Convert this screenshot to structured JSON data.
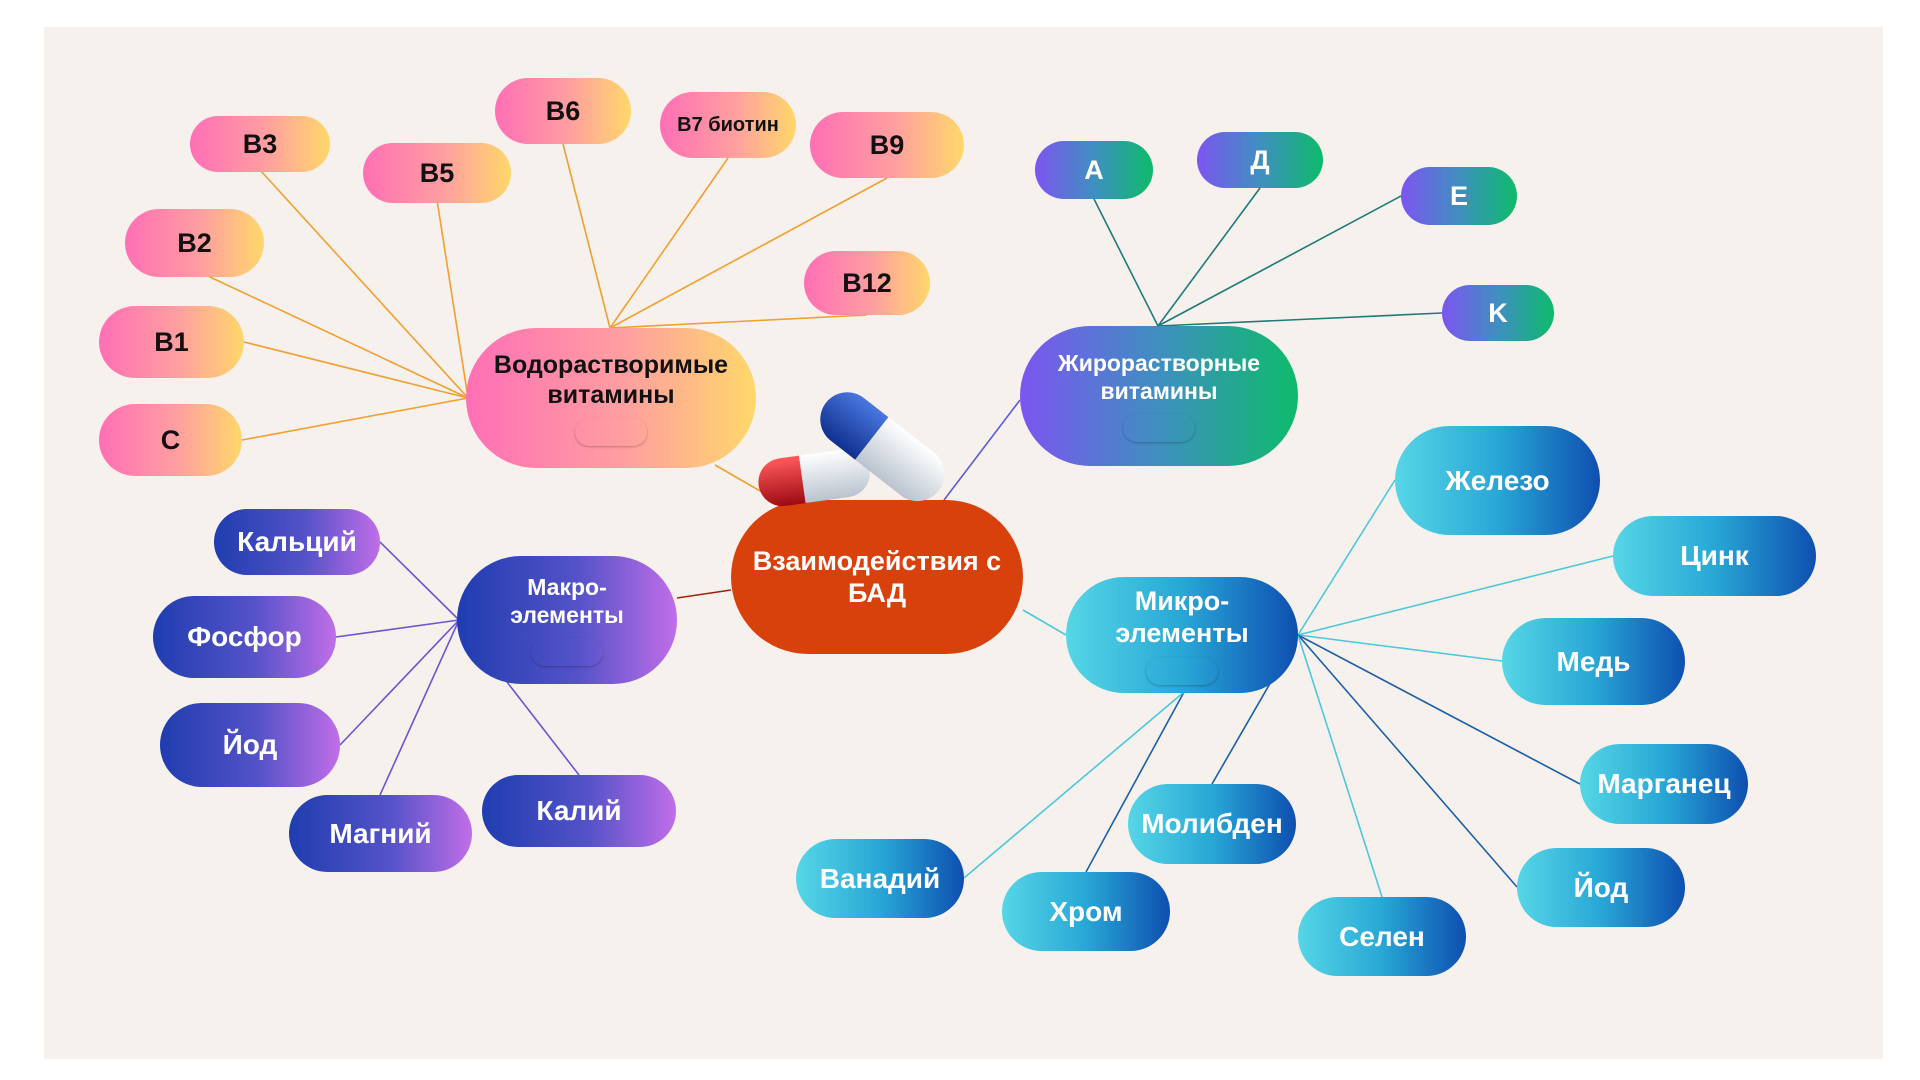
{
  "center": {
    "label": "Взаимодействия с БАД"
  },
  "hubs": {
    "water": {
      "label": "Водорастворимые витамины"
    },
    "fat": {
      "label": "Жирорастворные витамины"
    },
    "macro": {
      "label": "Макро- элементы"
    },
    "micro": {
      "label": "Микро- элементы"
    }
  },
  "water_vitamins": [
    "B3",
    "B5",
    "B6",
    "B7 биотин",
    "B9",
    "B2",
    "B1",
    "C",
    "B12"
  ],
  "fat_vitamins": [
    "A",
    "Д",
    "E",
    "K"
  ],
  "macro_elements": [
    "Кальций",
    "Фосфор",
    "Йод",
    "Магний",
    "Калий"
  ],
  "micro_elements": [
    "Железо",
    "Цинк",
    "Медь",
    "Марганец",
    "Йод",
    "Селен",
    "Молибден",
    "Хром",
    "Ванадий"
  ],
  "colors": {
    "background": "#f6f1ec",
    "center": "#d8400c",
    "water_line": "#f0a030",
    "fat_line": "#1f7a7a",
    "macro_line": "#6b55d0",
    "micro_line_light": "#4cc8dc",
    "micro_line_dark": "#1c5fa8"
  },
  "icons": [
    "pill-icon",
    "capsule-icon"
  ]
}
